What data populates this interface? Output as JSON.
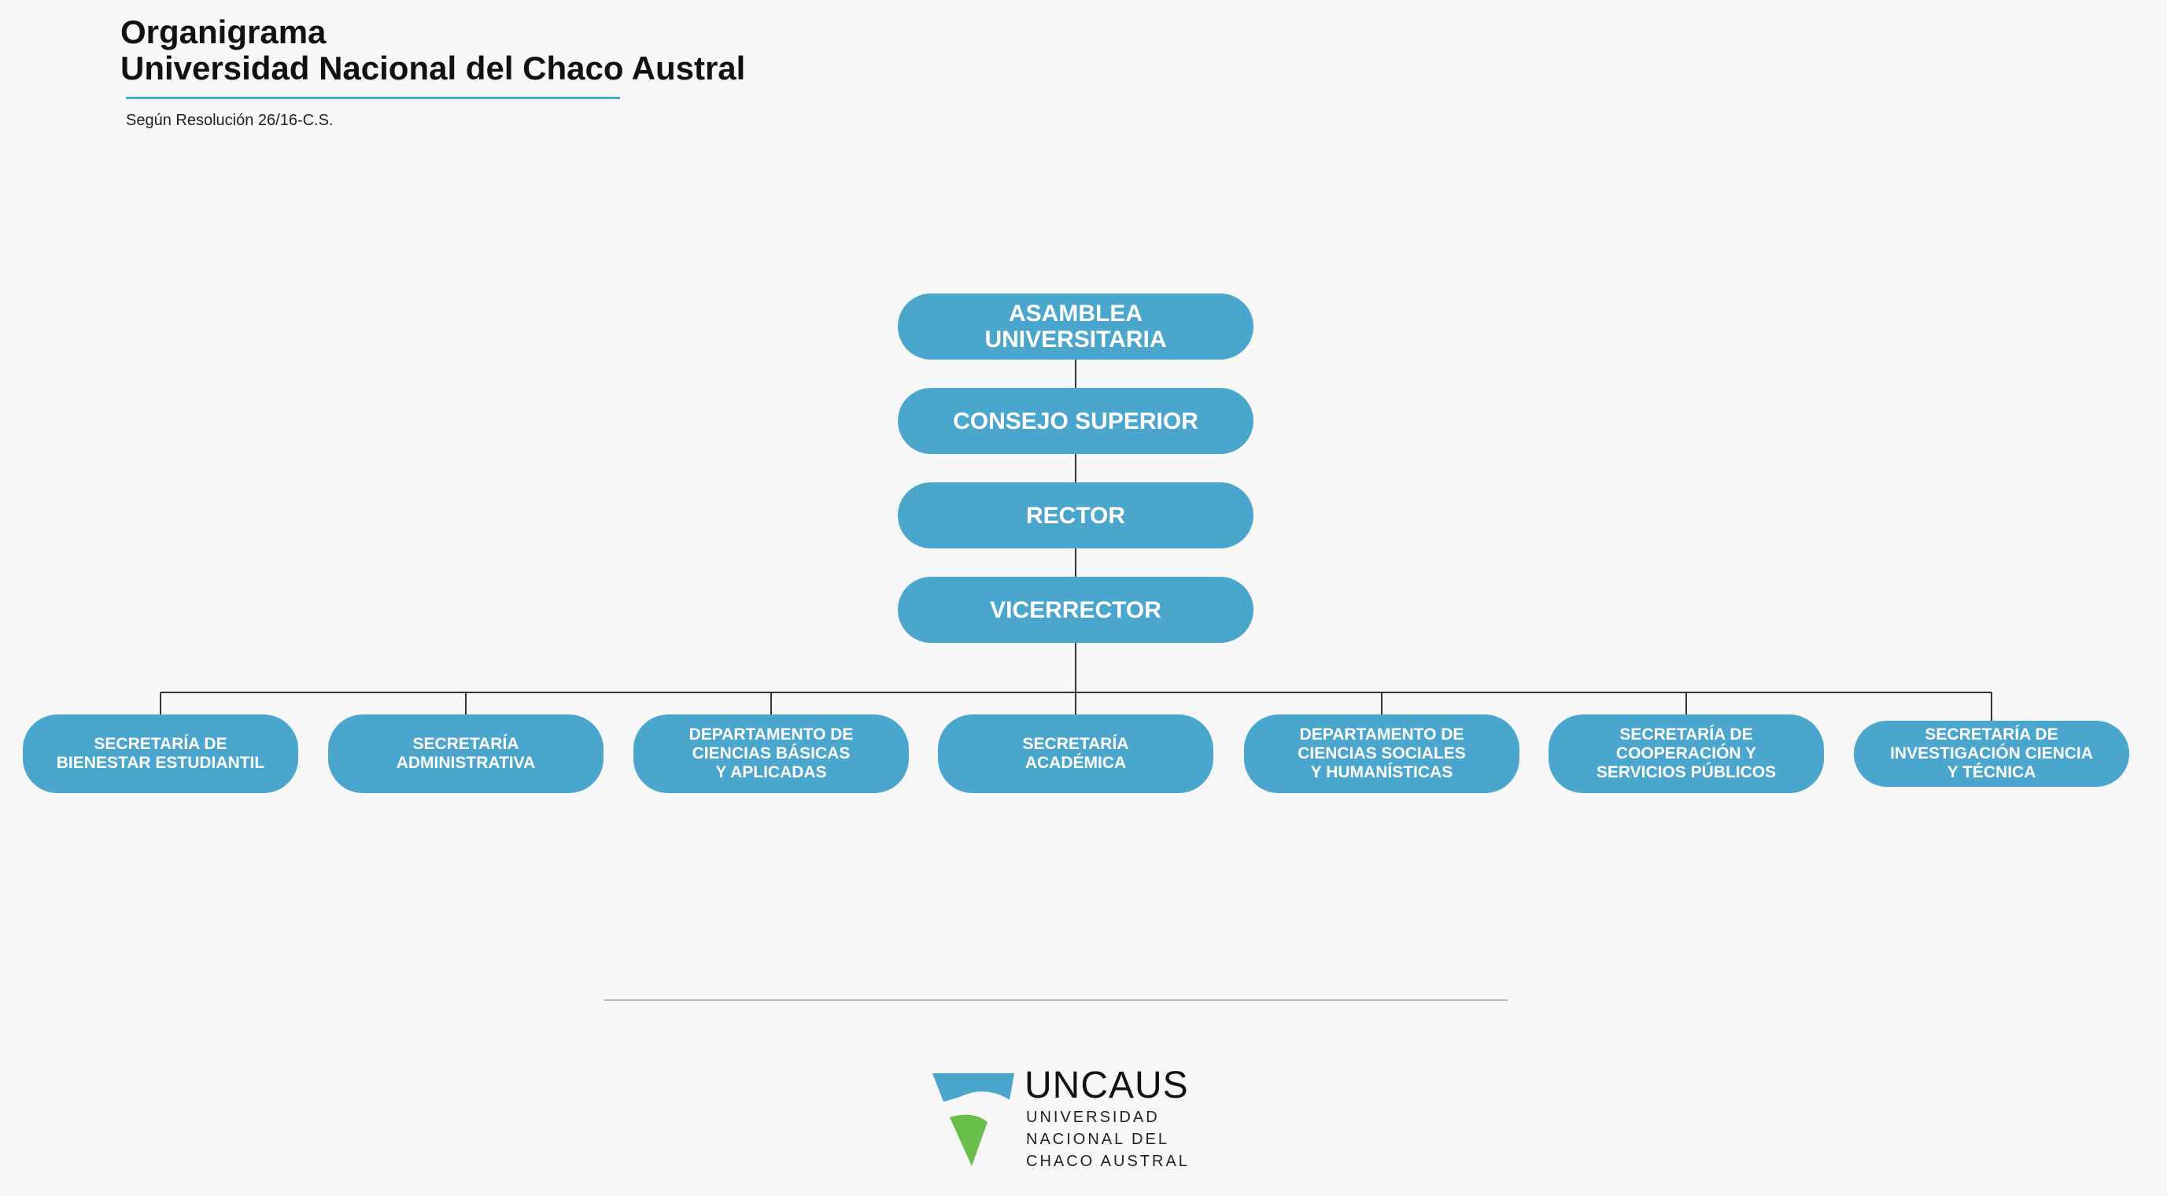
{
  "header": {
    "title_line1": "Organigrama",
    "title_line2": "Universidad Nacional del Chaco Austral",
    "resolution": "Según Resolución 26/16-C.S."
  },
  "colors": {
    "node_fill": "#4aa6cc",
    "node_text": "#ffffff",
    "connector": "#333333",
    "background": "#f7f7f7",
    "logo_blue": "#4aa6cc",
    "logo_green": "#6abf4b"
  },
  "chain": [
    {
      "id": "asamblea",
      "label": "ASAMBLEA\nUNIVERSITARIA"
    },
    {
      "id": "consejo",
      "label": "CONSEJO SUPERIOR"
    },
    {
      "id": "rector",
      "label": "RECTOR"
    },
    {
      "id": "vicerrector",
      "label": "VICERRECTOR"
    }
  ],
  "units": [
    {
      "id": "bienestar",
      "label": "SECRETARÍA DE\nBIENESTAR ESTUDIANTIL"
    },
    {
      "id": "administrativa",
      "label": "SECRETARÍA\nADMINISTRATIVA"
    },
    {
      "id": "basicas",
      "label": "DEPARTAMENTO DE\nCIENCIAS BÁSICAS\nY APLICADAS"
    },
    {
      "id": "academica",
      "label": "SECRETARÍA\nACADÉMICA"
    },
    {
      "id": "sociales",
      "label": "DEPARTAMENTO DE\nCIENCIAS SOCIALES\nY HUMANÍSTICAS"
    },
    {
      "id": "cooperacion",
      "label": "SECRETARÍA DE\nCOOPERACIÓN Y\nSERVICIOS PÚBLICOS"
    },
    {
      "id": "investigacion",
      "label": "SECRETARÍA DE\nINVESTIGACIÓN CIENCIA\nY TÉCNICA"
    }
  ],
  "logo": {
    "acronym": "UNCAUS",
    "name": "UNIVERSIDAD\nNACIONAL DEL\nCHACO AUSTRAL"
  }
}
